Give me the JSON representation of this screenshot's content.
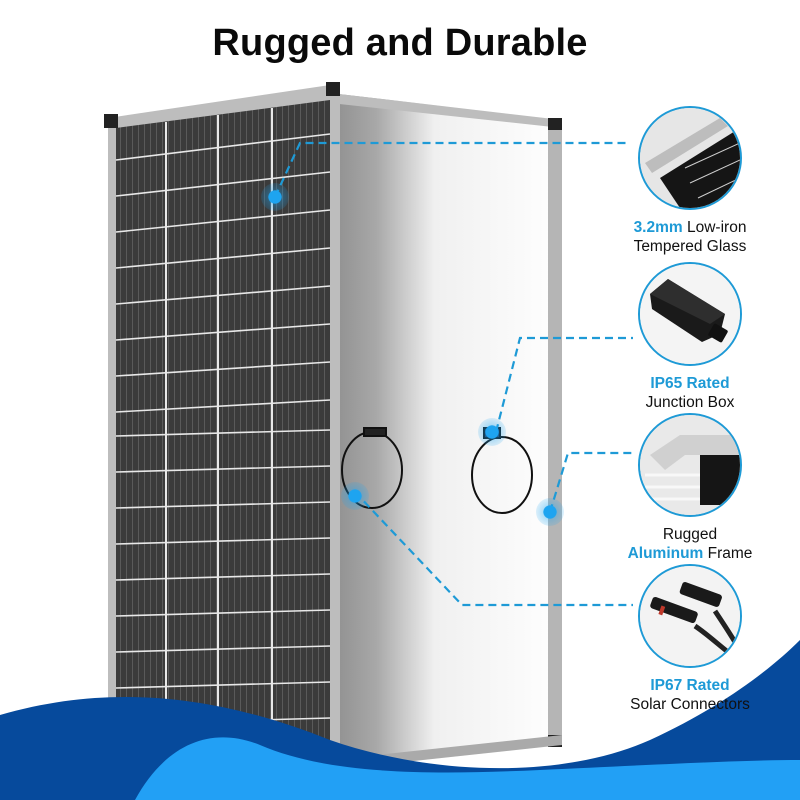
{
  "title": "Rugged and Durable",
  "colors": {
    "accent": "#1e9ad6",
    "wave_dark": "#064a9c",
    "wave_light": "#22a0f5",
    "cell": "#3a3a3a",
    "frame": "#b8b8b8"
  },
  "features": [
    {
      "highlight": "3.2mm",
      "line1_rest": " Low-iron",
      "line2": "Tempered Glass",
      "icon": "glass-cells-icon"
    },
    {
      "highlight": "IP65 Rated",
      "line2": "Junction Box",
      "icon": "junction-box-icon"
    },
    {
      "line1": "Rugged",
      "highlight": "Aluminum",
      "line2_rest": " Frame",
      "icon": "aluminum-frame-icon"
    },
    {
      "highlight": "IP67 Rated",
      "line2": "Solar Connectors",
      "icon": "connector-icon"
    }
  ]
}
